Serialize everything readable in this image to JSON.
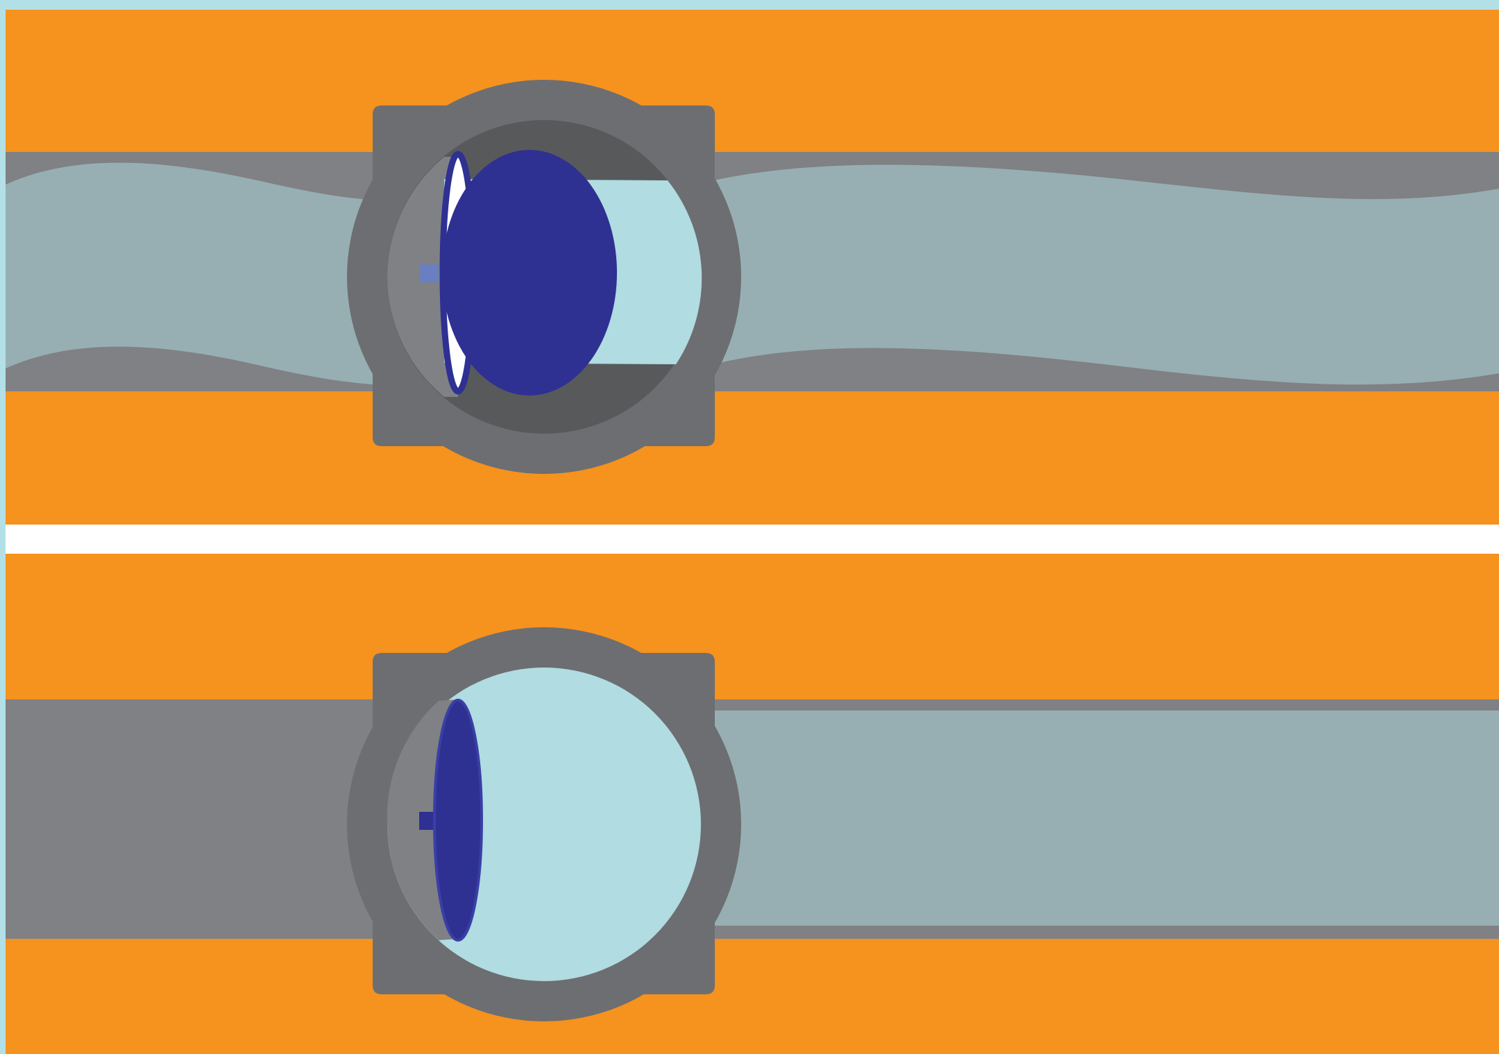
{
  "diagram": {
    "panels": [
      {
        "name": "top-panel",
        "valve_state": "open",
        "flow": "through"
      },
      {
        "name": "bottom-panel",
        "valve_state": "closed",
        "flow": "blocked"
      }
    ]
  },
  "colors": {
    "frame": "#b3e0e6",
    "background": "#f6921e",
    "divider": "#ffffff",
    "pipe": "#808184",
    "water_in_pipe": "#97afb3",
    "water_light": "#b0dce2",
    "valve_body": "#6d6e71",
    "valve_bore": "#58595b",
    "valve_disc": "#2e3192",
    "valve_disc_edge": "#6a7fc1"
  }
}
